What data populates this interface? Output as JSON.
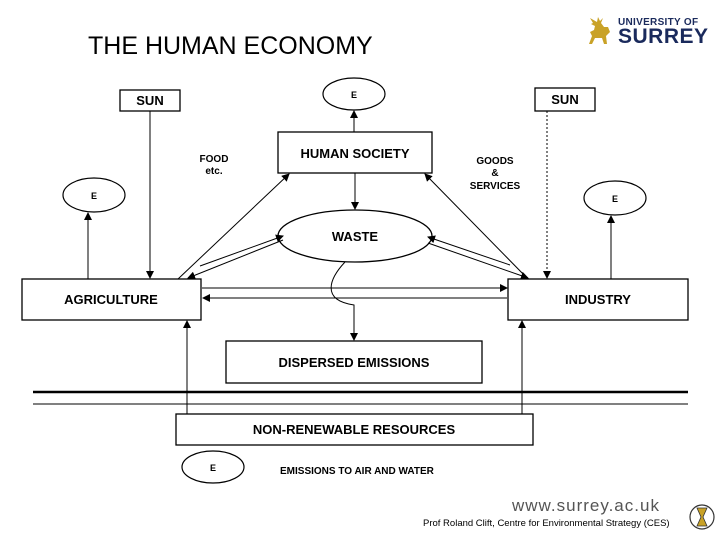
{
  "title": "THE HUMAN ECONOMY",
  "logo": {
    "line1": "UNIVERSITY OF",
    "line2": "SURREY"
  },
  "nodes": {
    "sun_left": "SUN",
    "sun_right": "SUN",
    "e_top": "E",
    "e_left": "E",
    "e_right": "E",
    "e_legend": "E",
    "human_society": "HUMAN SOCIETY",
    "waste": "WASTE",
    "agriculture": "AGRICULTURE",
    "industry": "INDUSTRY",
    "dispersed_emissions": "DISPERSED EMISSIONS",
    "non_renewable": "NON-RENEWABLE RESOURCES"
  },
  "labels": {
    "food_line1": "FOOD",
    "food_line2": "etc.",
    "goods_line1": "GOODS",
    "goods_line2": "&",
    "goods_line3": "SERVICES",
    "legend_text": "EMISSIONS TO AIR AND WATER"
  },
  "footer": {
    "website": "www.surrey.ac.uk",
    "credit": "Prof Roland Clift, Centre for Environmental Strategy (CES)"
  }
}
